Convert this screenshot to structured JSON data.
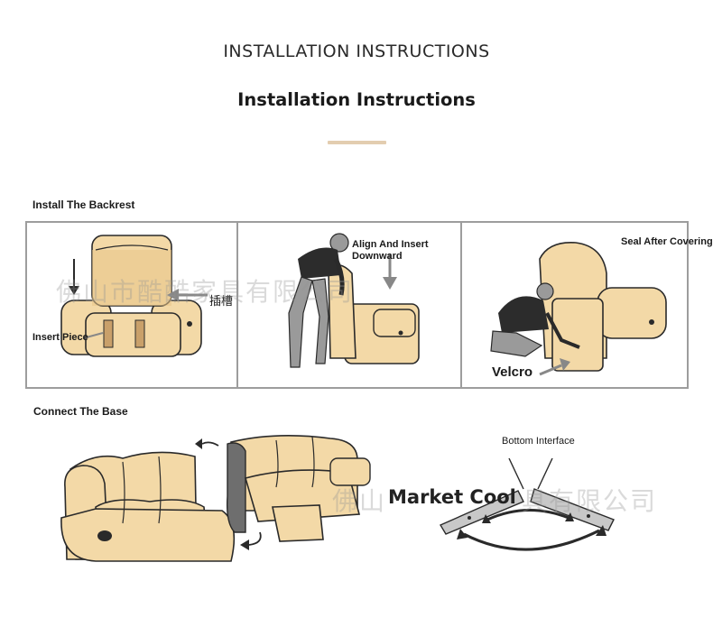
{
  "header": {
    "eyebrow": "INSTALLATION INSTRUCTIONS",
    "title": "Installation Instructions",
    "accent_color": "#e3cdb0"
  },
  "backrest": {
    "section_label": "Install The Backrest",
    "step1": {
      "insert_label": "Insert Piece",
      "slot_label": "插槽"
    },
    "step2": {
      "label": "Align And Insert Downward"
    },
    "step3": {
      "seal_label": "Seal After Covering",
      "velcro_label": "Velcro"
    }
  },
  "base": {
    "section_label": "Connect The Base",
    "interface_label": "Bottom Interface",
    "brand_overlay": "Market Cool"
  },
  "watermarks": {
    "upper": "佛山市酷酷家具有限公司",
    "lower_left": "佛山",
    "lower_right": "具有限公司"
  },
  "colors": {
    "sofa_fill": "#f3d9a7",
    "outline": "#2a2a2a",
    "panel_border": "#9d9d9d",
    "bracket_fill": "#c8c8c8"
  }
}
